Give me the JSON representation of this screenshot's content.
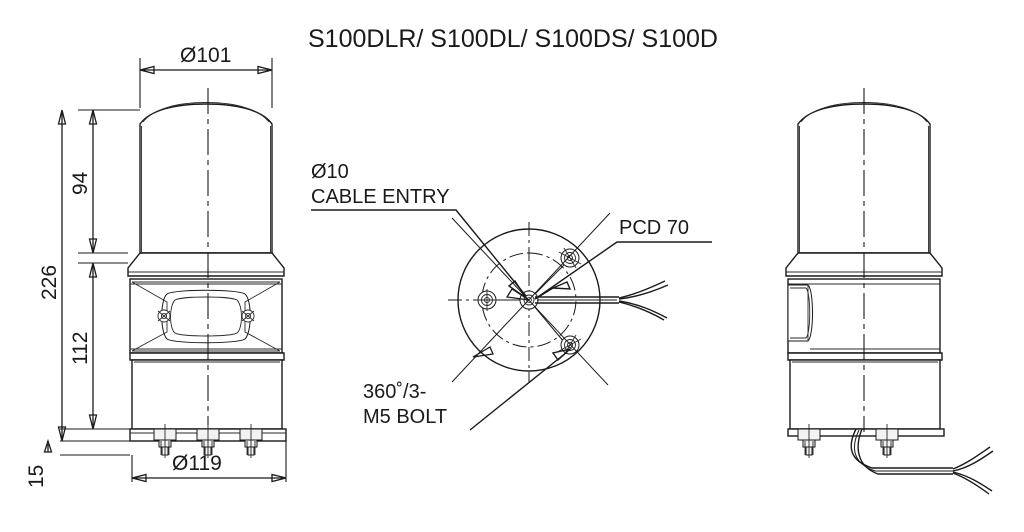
{
  "drawing": {
    "title": "S100DLR/ S100DL/ S100DS/ S100D",
    "units_note": "",
    "line_color": "#1a1a1a",
    "background": "#ffffff"
  },
  "front_view": {
    "name": "front-elevation",
    "dimensions": {
      "top_diameter": "Ø101",
      "bottom_diameter": "Ø119",
      "overall_height": "226",
      "upper_height": "94",
      "lower_height": "112",
      "base_height": "15"
    }
  },
  "bottom_view": {
    "name": "bottom-plan",
    "callouts": {
      "cable_entry_line1": "Ø10",
      "cable_entry_line2": "CABLE ENTRY",
      "pcd": "PCD 70",
      "bolt_line1": "360˚/3-",
      "bolt_line2": "M5 BOLT"
    }
  },
  "side_view": {
    "name": "side-elevation"
  }
}
